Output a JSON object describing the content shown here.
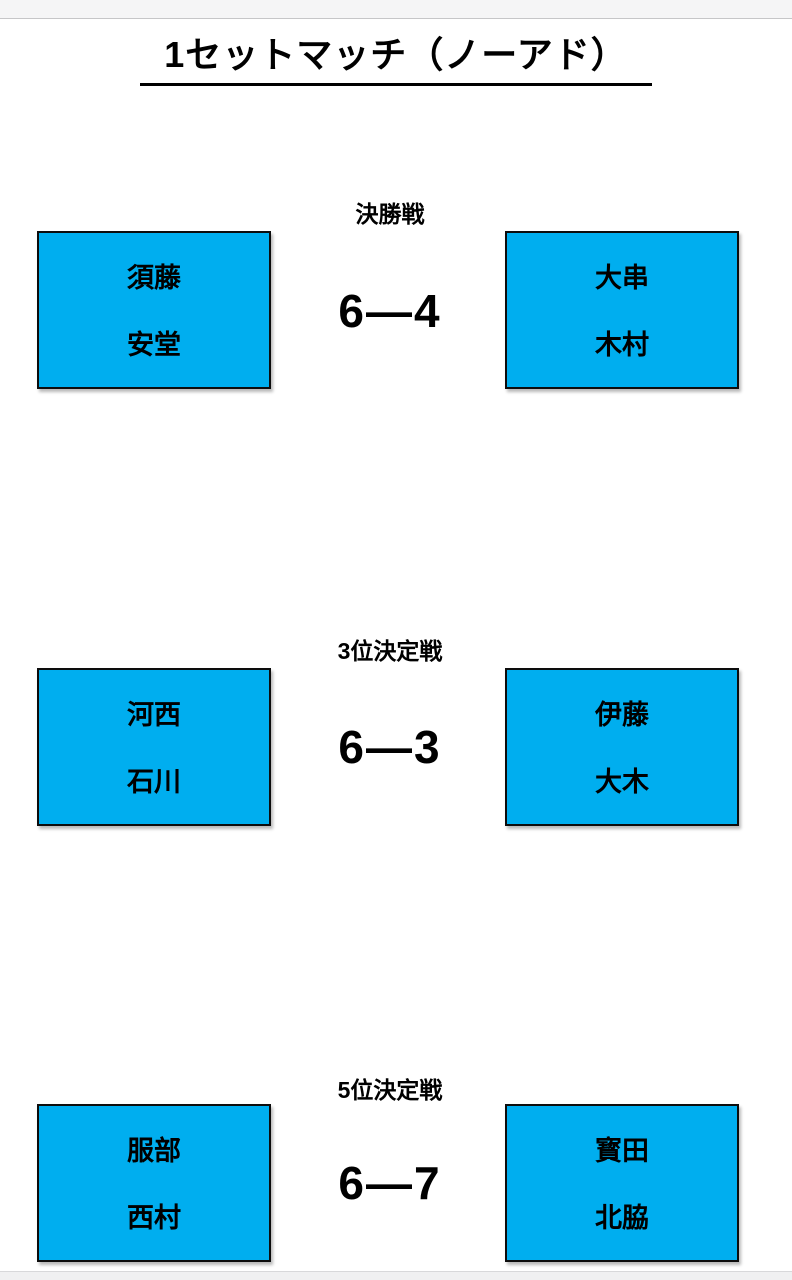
{
  "page": {
    "title": "1セットマッチ（ノーアド）"
  },
  "colors": {
    "box_fill": "#00AEEF",
    "box_border": "#0d0d0d",
    "top_strip": "#f5f5f6"
  },
  "matches": [
    {
      "label": "決勝戦",
      "score": "6—4",
      "left": [
        "須藤",
        "安堂"
      ],
      "right": [
        "大串",
        "木村"
      ]
    },
    {
      "label": "3位決定戦",
      "score": "6—3",
      "left": [
        "河西",
        "石川"
      ],
      "right": [
        "伊藤",
        "大木"
      ]
    },
    {
      "label": "5位決定戦",
      "score": "6—7",
      "left": [
        "服部",
        "西村"
      ],
      "right": [
        "寳田",
        "北脇"
      ]
    }
  ]
}
